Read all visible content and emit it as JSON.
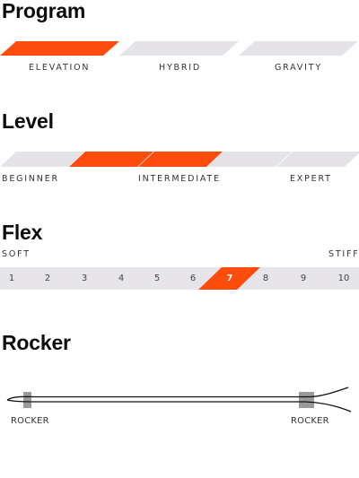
{
  "colors": {
    "accent": "#fe4c0c",
    "inactive": "#e6e3e8",
    "band": "#e8e5ea"
  },
  "program": {
    "title": "Program",
    "options": [
      "ELEVATION",
      "HYBRID",
      "GRAVITY"
    ],
    "selected_index": 0
  },
  "level": {
    "title": "Level",
    "labels": [
      "BEGINNER",
      "INTERMEDIATE",
      "EXPERT"
    ],
    "segment_count": 5,
    "active_segments": [
      1,
      2
    ]
  },
  "flex": {
    "title": "Flex",
    "soft_label": "SOFT",
    "stiff_label": "STIFF",
    "scale": [
      "1",
      "2",
      "3",
      "4",
      "5",
      "6",
      "7",
      "8",
      "9",
      "10"
    ],
    "value": 7
  },
  "rocker": {
    "title": "Rocker",
    "left_label": "ROCKER",
    "right_label": "ROCKER"
  }
}
